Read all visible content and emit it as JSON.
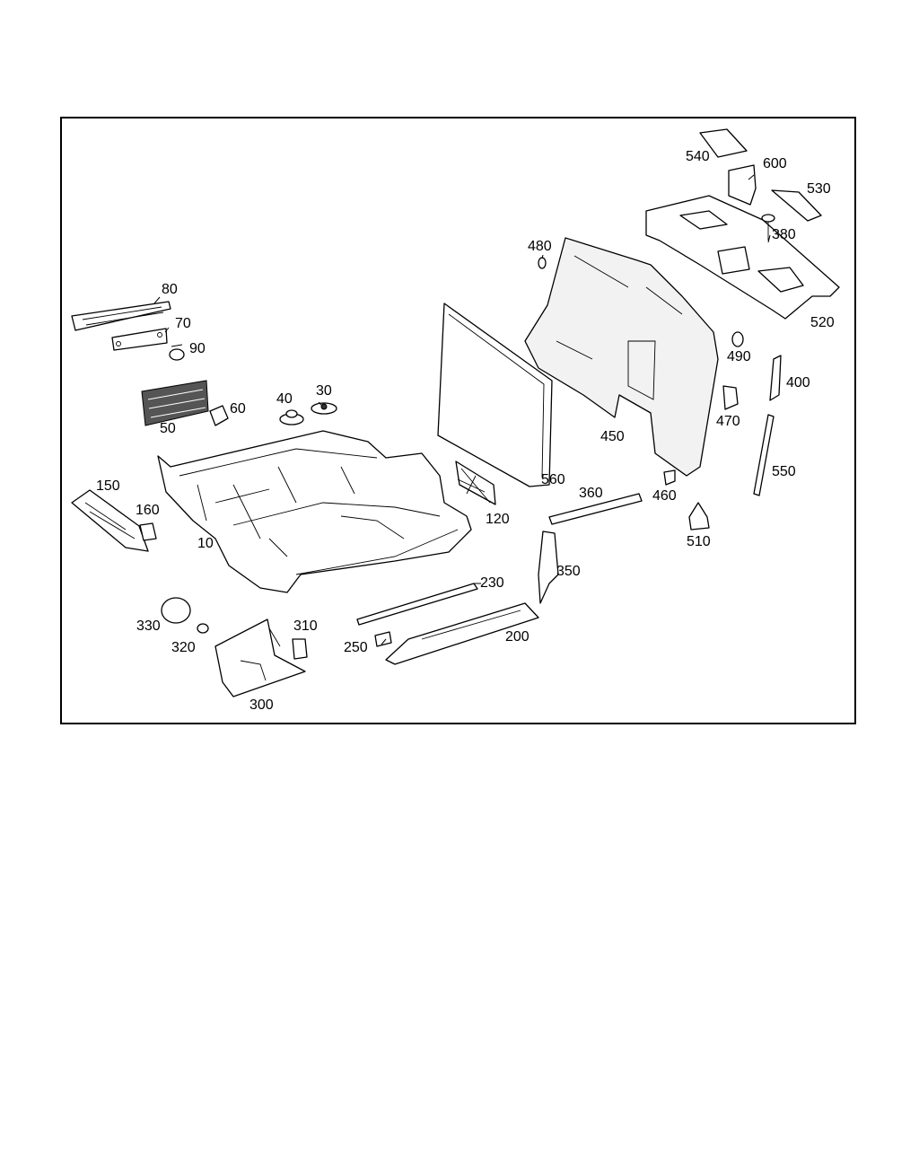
{
  "diagram": {
    "labels": {
      "p10": "10",
      "p30": "30",
      "p40": "40",
      "p50": "50",
      "p60": "60",
      "p70": "70",
      "p80": "80",
      "p90": "90",
      "p120": "120",
      "p150": "150",
      "p160": "160",
      "p200": "200",
      "p230": "230",
      "p250": "250",
      "p300": "300",
      "p310": "310",
      "p320": "320",
      "p330": "330",
      "p350": "350",
      "p360": "360",
      "p380": "380",
      "p400": "400",
      "p450": "450",
      "p460": "460",
      "p470": "470",
      "p480": "480",
      "p490": "490",
      "p510": "510",
      "p520": "520",
      "p530": "530",
      "p540": "540",
      "p550": "550",
      "p560": "560",
      "p600": "600"
    }
  }
}
